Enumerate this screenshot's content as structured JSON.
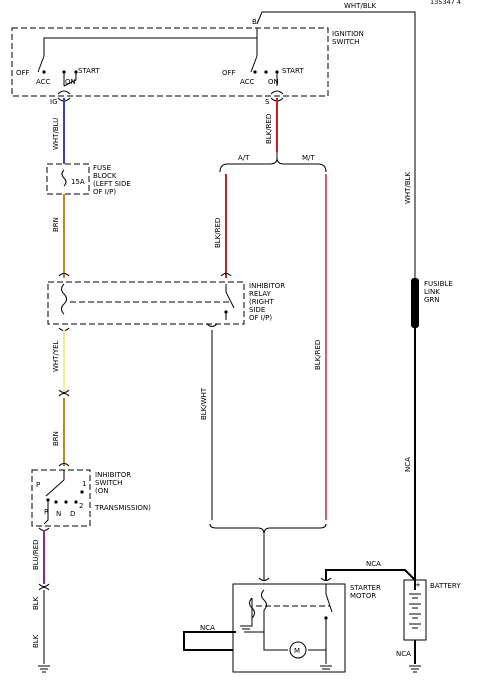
{
  "labels": {
    "top_wire": "WHT/BLK",
    "corner_id": "135347 4",
    "b_terminal": "B",
    "ignition_switch": [
      "IGNITION",
      "SWITCH"
    ],
    "off1": "OFF",
    "acc1": "ACC",
    "on1": "ON",
    "start1": "START",
    "off2": "OFF",
    "acc2": "ACC",
    "on2": "ON",
    "start2": "START",
    "ig_terminal": "IG",
    "s_terminal": "S",
    "wht_blu": "WHT/BLU",
    "blk_red_top": "BLK/RED",
    "fuse_block": [
      "FUSE",
      "BLOCK",
      "(LEFT SIDE",
      "OF I/P)"
    ],
    "fuse_rating": "15A",
    "at": "A/T",
    "mt": "M/T",
    "brn_1": "BRN",
    "blk_red_at": "BLK/RED",
    "wht_blk_right": "WHT/BLK",
    "inhibitor_relay": [
      "INHIBITOR",
      "RELAY",
      "(RIGHT",
      "SIDE",
      "OF I/P)"
    ],
    "fusible_link": [
      "FUSIBLE",
      "LINK",
      "GRN"
    ],
    "blk_red_mt": "BLK/RED",
    "wht_yel": "WHT/YEL",
    "blk_wht": "BLK/WHT",
    "brn_2": "BRN",
    "nca_right": "NCA",
    "inhibitor_switch": [
      "INHIBITOR",
      "SWITCH",
      "(ON",
      "TRANSMISSION)"
    ],
    "sw_p": "P",
    "sw_1": "1",
    "sw_r": "R",
    "sw_n": "N",
    "sw_d": "D",
    "sw_2": "2",
    "blu_red": "BLU/RED",
    "nca_top": "NCA",
    "battery": "BATTERY",
    "starter_motor": [
      "STARTER",
      "MOTOR"
    ],
    "blk_1": "BLK",
    "nca_left": "NCA",
    "nca_bottom": "NCA",
    "blk_2": "BLK",
    "motor_m": "M"
  },
  "colors": {
    "wht_blu": "#3a3ad8",
    "blk_red": "#c81e1e",
    "brn": "#b88a1a",
    "wht_yel": "#f2ee8a",
    "blu_red": "#8a2a9a",
    "black": "#000000"
  }
}
